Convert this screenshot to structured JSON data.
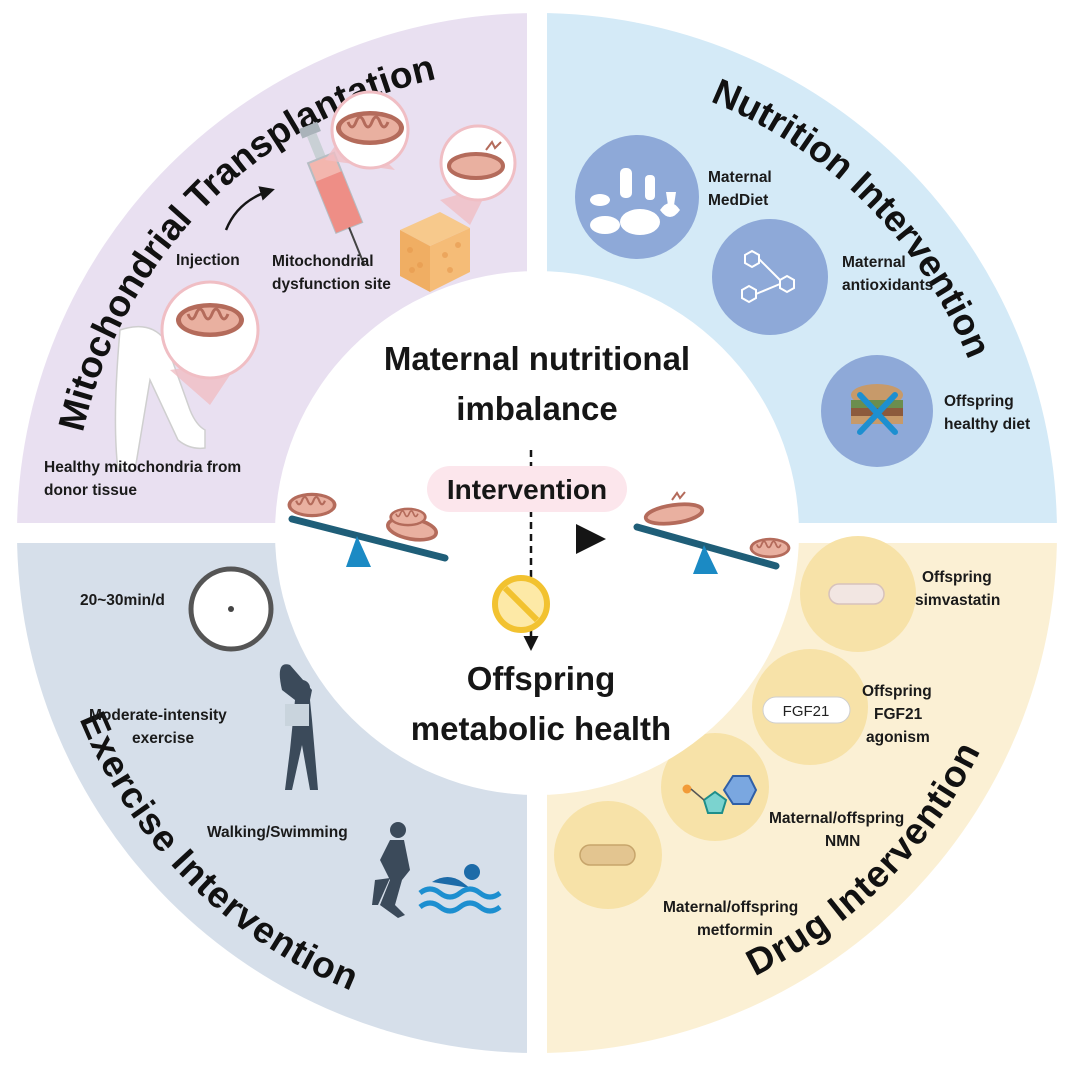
{
  "center": {
    "top_line1": "Maternal nutritional",
    "top_line2": "imbalance",
    "intervention_pill": "Intervention",
    "bottom_line1": "Offspring",
    "bottom_line2": "metabolic health"
  },
  "mito": {
    "title": "Mitochondrial Transplantation",
    "injection": "Injection",
    "site_line1": "Mitochondrial",
    "site_line2": "dysfunction site",
    "donor_line1": "Healthy mitochondria from",
    "donor_line2": "donor tissue"
  },
  "nutrition": {
    "title": "Nutrition Intervention",
    "medidiet_line1": "Maternal",
    "medidiet_line2": "MedDiet",
    "antiox_line1": "Maternal",
    "antiox_line2": "antioxidants",
    "healthy_line1": "Offspring",
    "healthy_line2": "healthy diet"
  },
  "exercise": {
    "title": "Exercise Intervention",
    "duration": "20~30min/d",
    "moderate_line1": "Moderate-intensity",
    "moderate_line2": "exercise",
    "walk": "Walking/Swimming"
  },
  "drug": {
    "title": "Drug Intervention",
    "simva_line1": "Offspring",
    "simva_line2": "simvastatin",
    "fgf_pill": "FGF21",
    "fgf_line1": "Offspring",
    "fgf_line2": "FGF21",
    "fgf_line3": "agonism",
    "nmn_line1": "Maternal/offspring",
    "nmn_line2": "NMN",
    "met_line1": "Maternal/offspring",
    "met_line2": "metformin"
  },
  "colors": {
    "mito_bg": "#E9E0F1",
    "nutrition_bg": "#D4EAF7",
    "exercise_bg": "#D6DFEA",
    "drug_bg": "#FBF0D4",
    "food_circle": "#8EA9D8",
    "drug_circle": "#F7E2A8",
    "seesaw_bar": "#1F5E78",
    "seesaw_pivot": "#1B8AC4",
    "pink": "#F0BEC4"
  }
}
